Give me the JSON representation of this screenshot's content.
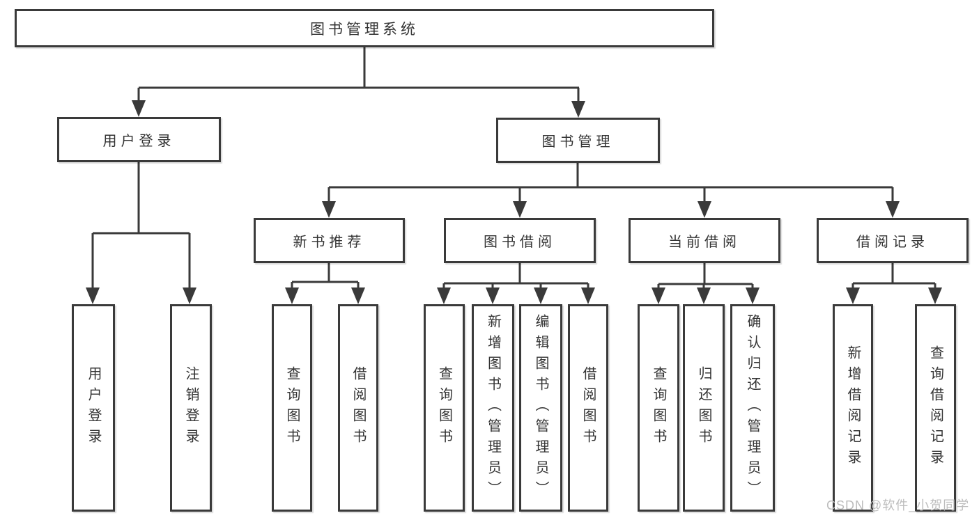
{
  "diagram": {
    "root": "图书管理系统",
    "level2": [
      "用户登录",
      "图书管理"
    ],
    "level3": [
      "新书推荐",
      "图书借阅",
      "当前借阅",
      "借阅记录"
    ],
    "leaves": {
      "login": [
        "用户登录",
        "注销登录"
      ],
      "recommend": [
        "查询图书",
        "借阅图书"
      ],
      "borrow": [
        "查询图书",
        "新增图书（管理员）",
        "编辑图书（管理员）",
        "借阅图书"
      ],
      "current": [
        "查询图书",
        "归还图书",
        "确认归还（管理员）"
      ],
      "records": [
        "新增借阅记录",
        "查询借阅记录"
      ]
    },
    "colors": {
      "line": "#3a3a3a",
      "text": "#333333",
      "watermark": "#bdbdbd",
      "background": "#ffffff"
    }
  },
  "watermark": {
    "text": "CSDN @软件_小贺同学"
  }
}
